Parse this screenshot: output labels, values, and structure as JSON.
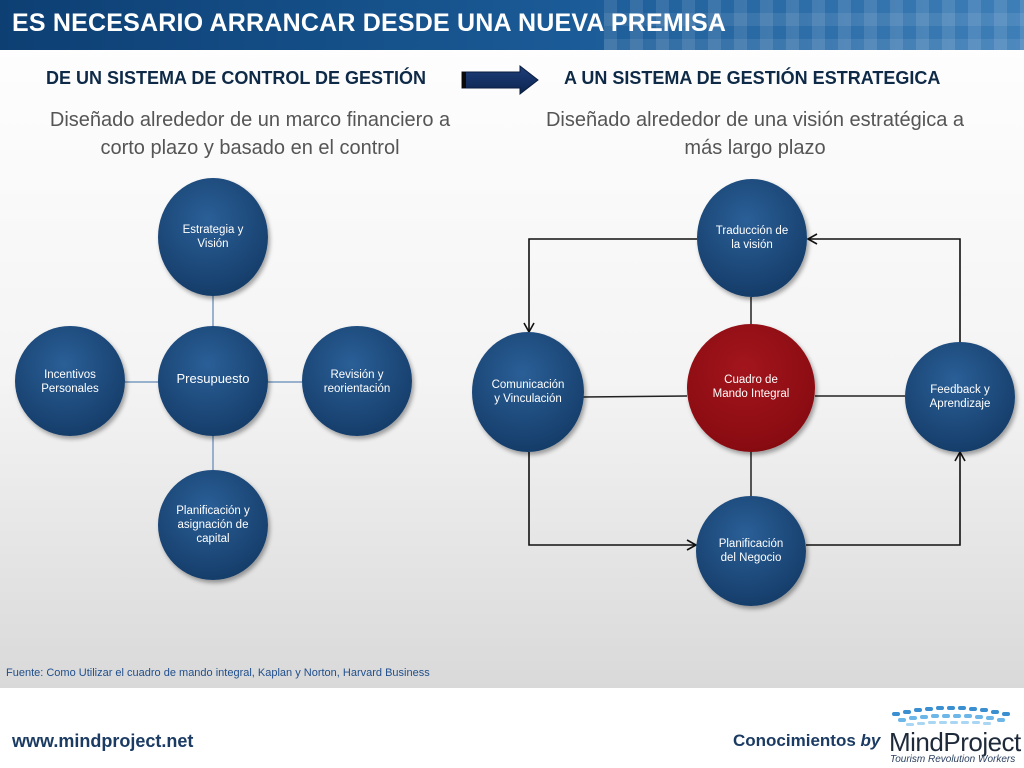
{
  "header": {
    "title": "ES NECESARIO ARRANCAR DESDE UNA NUEVA PREMISA"
  },
  "left": {
    "heading": "DE UN SISTEMA DE CONTROL DE GESTIÓN",
    "subtitle_line1": "Diseñado alrededor de un marco financiero a",
    "subtitle_line2": "corto plazo y basado en el control",
    "nodes": {
      "top": {
        "line1": "Estrategia y",
        "line2": "Visión"
      },
      "center": {
        "line1": "Presupuesto"
      },
      "left": {
        "line1": "Incentivos",
        "line2": "Personales"
      },
      "right": {
        "line1": "Revisión y",
        "line2": "reorientación"
      },
      "bottom": {
        "line1": "Planificación y",
        "line2": "asignación de",
        "line3": "capital"
      }
    }
  },
  "right": {
    "heading": "A UN SISTEMA DE GESTIÓN ESTRATEGICA",
    "subtitle_line1": "Diseñado alrededor de una visión estratégica a",
    "subtitle_line2": "más largo plazo",
    "nodes": {
      "top": {
        "line1": "Traducción de",
        "line2": "la visión"
      },
      "center": {
        "line1": "Cuadro de",
        "line2": "Mando Integral"
      },
      "left": {
        "line1": "Comunicación",
        "line2": "y Vinculación"
      },
      "right": {
        "line1": "Feedback y",
        "line2": "Aprendizaje"
      },
      "bottom": {
        "line1": "Planificación",
        "line2": "del Negocio"
      }
    }
  },
  "source": "Fuente: Como Utilizar el cuadro de mando integral, Kaplan y Norton, Harvard Business",
  "footer": {
    "url": "www.mindproject.net",
    "by_text": "Conocimientos",
    "by_word": "by",
    "logo_name": "MindProject",
    "logo_tagline": "Tourism Revolution Workers"
  },
  "colors": {
    "title_bar": "#1a5a96",
    "node_blue": "#17406e",
    "node_red": "#8a0c12",
    "heading_text": "#0e2a47"
  }
}
